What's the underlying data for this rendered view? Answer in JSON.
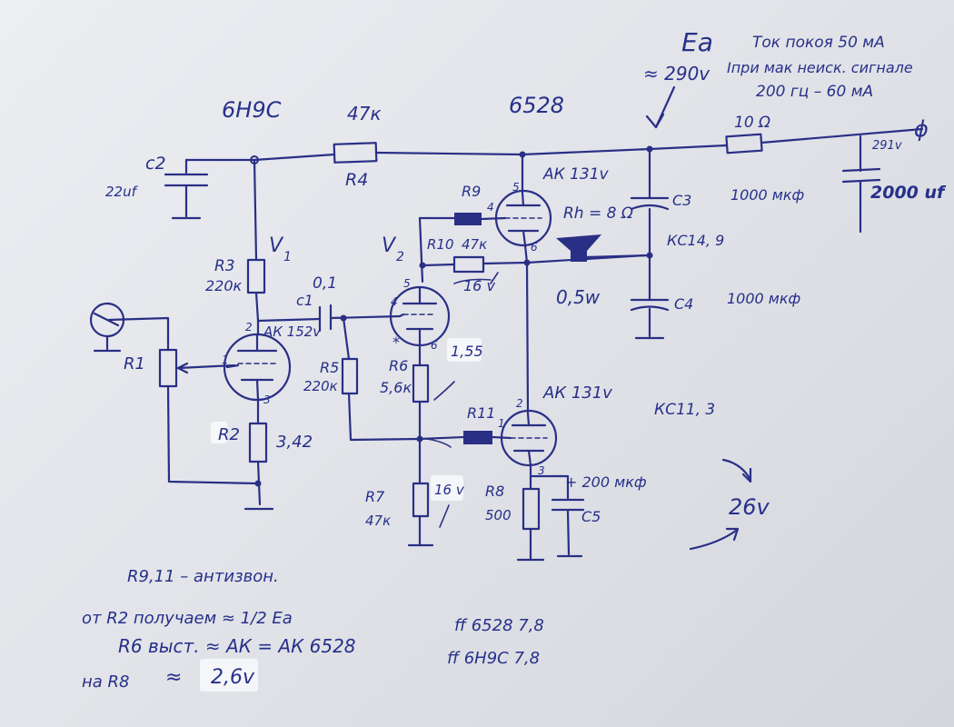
{
  "tubes": {
    "v1_type": "6Н9С",
    "v2_type": "6528",
    "v1_label": "V",
    "v1_sub": "1",
    "v2_label": "V",
    "v2_sub": "2"
  },
  "supply": {
    "ea_label": "Ea",
    "ea_value": "≈ 290v",
    "idle_current": "Ток покоя 50 мA",
    "max_signal_line1": "Iпри мак неиск. сигнале",
    "max_signal_line2": "200 гц – 60 мA",
    "resistor_label": "10 Ω",
    "output_voltage": "291v",
    "cap_large": "2000 uf",
    "terminal": "ϕ"
  },
  "components": {
    "c2": "c2",
    "c2_value": "22uf",
    "r4": "R4",
    "r4_value": "47к",
    "r3": "R3",
    "r3_value": "220к",
    "c1": "c1",
    "c1_value": "0,1",
    "r1": "R1",
    "r2": "R2",
    "r2_voltage": "3,42",
    "r5": "R5",
    "r5_value": "220к",
    "r6": "R6",
    "r6_value": "5,6к",
    "r6_mark": "*",
    "r6_voltage": "1,55",
    "r7": "R7",
    "r7_value": "47к",
    "r7_voltage": "16 v",
    "r8": "R8",
    "r8_value": "500",
    "r9": "R9",
    "r10": "R10",
    "r10_value": "47к",
    "r10_voltage": "16 v",
    "r11": "R11",
    "c3": "С3",
    "c3_value": "1000 мкф",
    "c4": "С4",
    "c4_value": "1000 мкф",
    "c5": "С5",
    "c5_value": "+ 200 мкф",
    "rh": "Rh = 8 Ω",
    "power": "0,5w",
    "kc_upper": "КС14, 9",
    "kc_lower": "КС11, 3",
    "cathode_voltage": "26v"
  },
  "anode_voltages": {
    "v1_anode": "АК 152v",
    "upper_6528": "АК 131v",
    "lower_6528": "АК 131v"
  },
  "pins": {
    "v1_grid": "1",
    "v1_anode": "2",
    "v1_cathode": "3",
    "v2_grid": "4",
    "v2_anode": "5",
    "v2_cathode": "6",
    "upper_grid": "4",
    "upper_anode": "5",
    "upper_cathode": "6",
    "lower_grid": "1",
    "lower_anode": "2",
    "lower_cathode": "3"
  },
  "notes": {
    "line1": "R9,11 – антизвон.",
    "line2": "от R2 получаем ≈ 1/2 Ea",
    "line3": "R6 выст. ≈ АК = АК 6528",
    "line4_prefix": "на R8",
    "line4_approx": "≈",
    "line4_value": "2,6v",
    "heater1": "ff 6528 7,8",
    "heater2": "ff 6Н9С 7,8"
  }
}
